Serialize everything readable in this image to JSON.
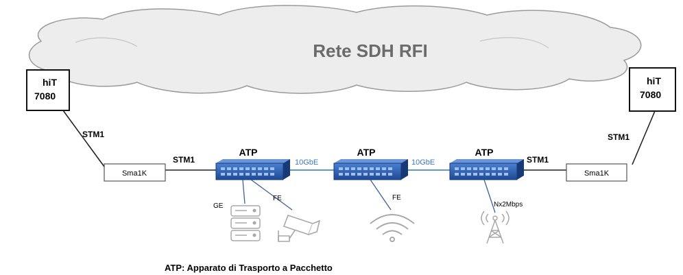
{
  "cloud": {
    "label": "Rete SDH RFI"
  },
  "hit_left": {
    "line1": "hiT",
    "line2": "7080"
  },
  "hit_right": {
    "line1": "hiT",
    "line2": "7080"
  },
  "sma_left": {
    "label": "Sma1K"
  },
  "sma_right": {
    "label": "Sma1K"
  },
  "links": {
    "stm1_left_upper": "STM1",
    "stm1_left_lower": "STM1",
    "stm1_right_lower": "STM1",
    "stm1_right_upper": "STM1",
    "tengbe_left": "10GbE",
    "tengbe_right": "10GbE"
  },
  "atps": [
    {
      "label": "ATP"
    },
    {
      "label": "ATP"
    },
    {
      "label": "ATP"
    }
  ],
  "access": {
    "ge": "GE",
    "fe_camera": "FE",
    "fe_wifi": "FE",
    "nx2": "Nx2Mbps"
  },
  "legend": {
    "text": "ATP: Apparato di Trasporto a Pacchetto"
  },
  "colors": {
    "device_blue": "#2f63b8",
    "device_dark": "#1f4a93",
    "link_blue": "#4a86c8",
    "cloud_fill": "#ededed",
    "icon_gray": "#b5b5b5"
  }
}
